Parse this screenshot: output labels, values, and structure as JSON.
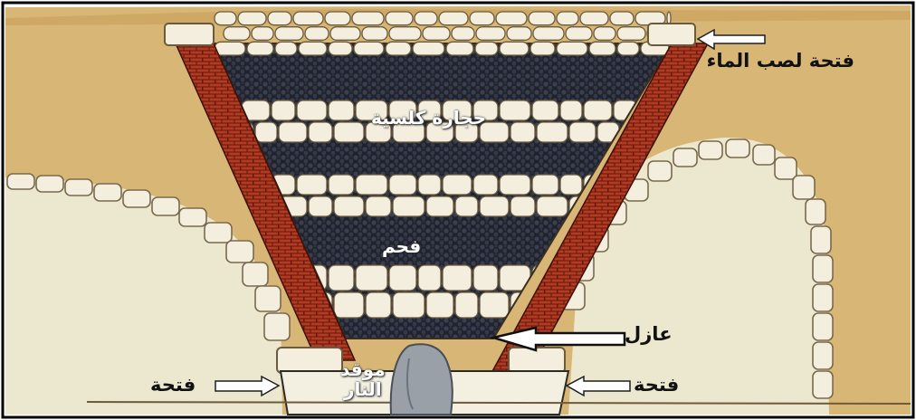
{
  "labels": {
    "water_opening": "فتحة لصب الماء",
    "limestone": "حجارة كلسية",
    "coal": "فحم",
    "insulator": "عازل",
    "fire_pit_line1": "موقد",
    "fire_pit_line2": "النار",
    "opening_left": "فتحة",
    "opening_right": "فتحة"
  },
  "colors": {
    "soil": "#d8b675",
    "ground_light": "#ece8cf",
    "stone": "#f3eede",
    "coal": "#262a36",
    "brick": "#a3311c",
    "insulator_stone": "#9aa0a8"
  },
  "layers": [
    "limestone",
    "coal",
    "limestone",
    "coal",
    "limestone",
    "coal",
    "limestone",
    "coal"
  ]
}
